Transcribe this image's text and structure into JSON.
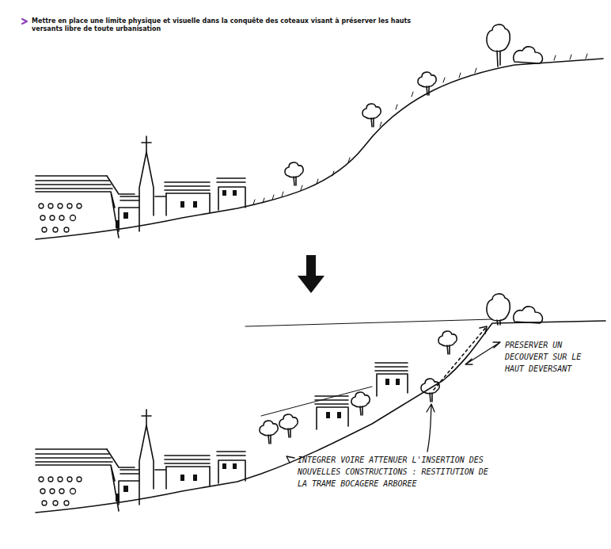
{
  "diagram": {
    "title": "Mettre en place une limite physique et visuelle dans la conquête des coteaux visant à préserver les hauts versants libre de toute urbanisation",
    "labels": [
      "PRESERVER UN DECOUVERT SUR LE HAUT DEVERSANT",
      "INTEGRER VOIRE ATTENUER L'INSERTION DES NOUVELLES CONSTRUCTIONS : RESTITUTION DE LA TRAME BOCAGERE ARBOREE"
    ]
  }
}
